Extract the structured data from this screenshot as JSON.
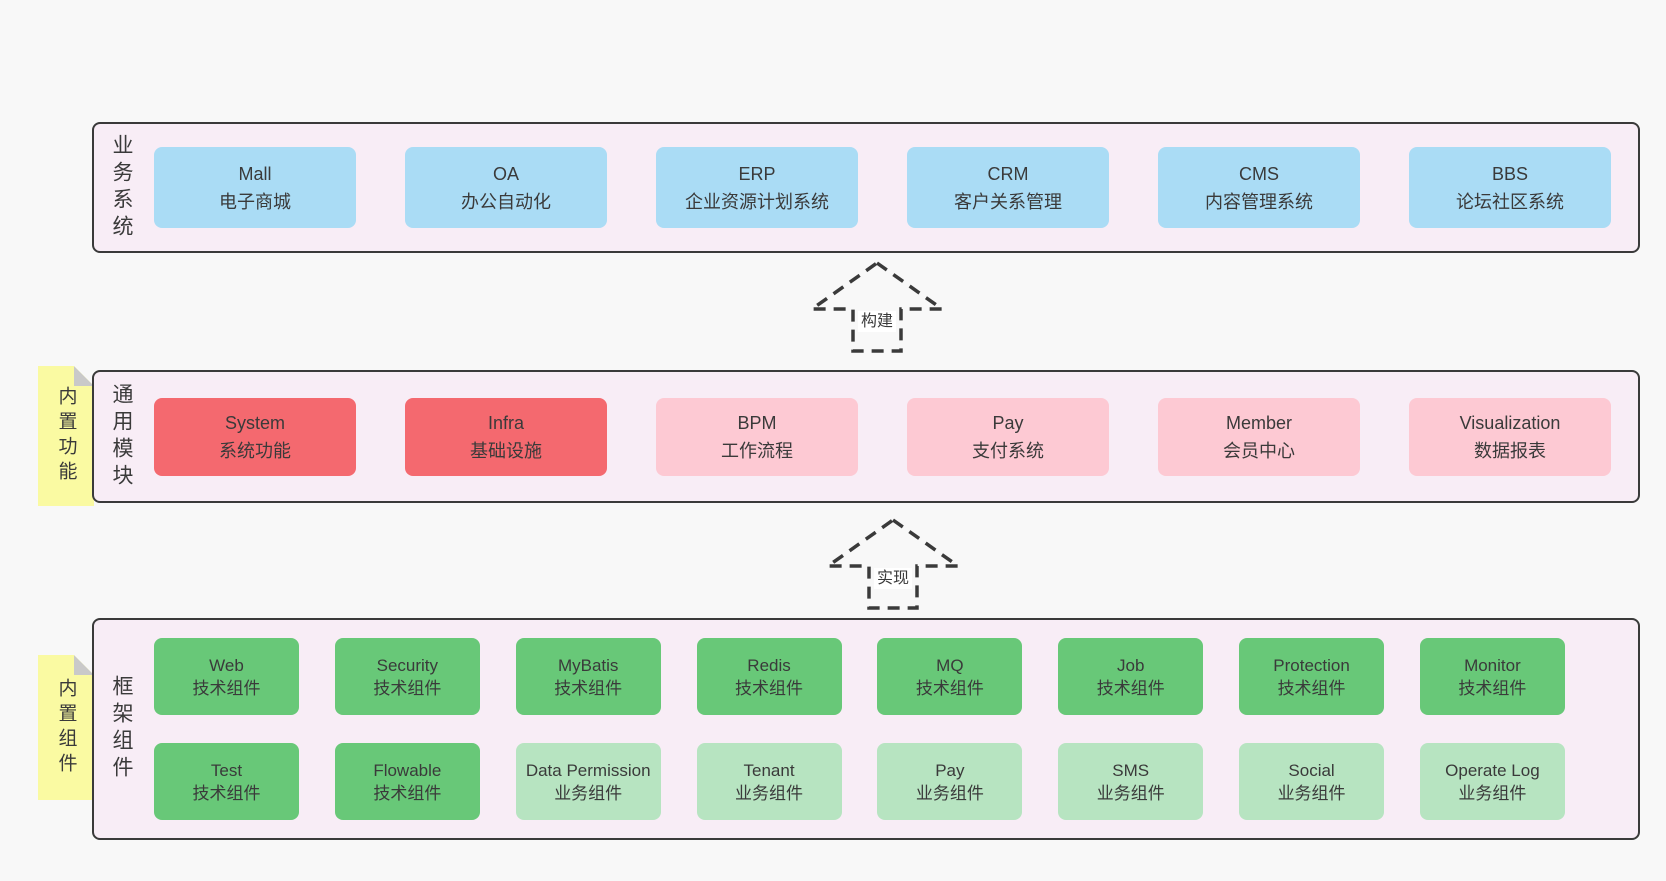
{
  "colors": {
    "page-bg": "#f8f8f8",
    "band-bg": "#f8edf6",
    "band-border": "#3a3a3a",
    "text": "#3a3a3a",
    "box-blue": "#aadcf5",
    "box-red": "#f4696f",
    "box-pink": "#fdc9d3",
    "box-green": "#68c878",
    "box-green-light": "#b7e4c1",
    "sticky-bg": "#fafaa2",
    "sticky-fold": "#c9c9c9",
    "arrow": "#3a3a3a",
    "arrow-label-bg": "#ffffff"
  },
  "arrows": [
    {
      "label": "构建"
    },
    {
      "label": "实现"
    }
  ],
  "bands": [
    {
      "label": "业务系统",
      "boxes": [
        {
          "title": "Mall",
          "subtitle": "电子商城",
          "variant": "blue"
        },
        {
          "title": "OA",
          "subtitle": "办公自动化",
          "variant": "blue"
        },
        {
          "title": "ERP",
          "subtitle": "企业资源计划系统",
          "variant": "blue"
        },
        {
          "title": "CRM",
          "subtitle": "客户关系管理",
          "variant": "blue"
        },
        {
          "title": "CMS",
          "subtitle": "内容管理系统",
          "variant": "blue"
        },
        {
          "title": "BBS",
          "subtitle": "论坛社区系统",
          "variant": "blue"
        }
      ]
    },
    {
      "label": "通用模块",
      "sticky": "内置功能",
      "boxes": [
        {
          "title": "System",
          "subtitle": "系统功能",
          "variant": "red"
        },
        {
          "title": "Infra",
          "subtitle": "基础设施",
          "variant": "red"
        },
        {
          "title": "BPM",
          "subtitle": "工作流程",
          "variant": "pink"
        },
        {
          "title": "Pay",
          "subtitle": "支付系统",
          "variant": "pink"
        },
        {
          "title": "Member",
          "subtitle": "会员中心",
          "variant": "pink"
        },
        {
          "title": "Visualization",
          "subtitle": "数据报表",
          "variant": "pink"
        }
      ]
    },
    {
      "label": "框架组件",
      "sticky": "内置组件",
      "rows": [
        [
          {
            "title": "Web",
            "subtitle": "技术组件",
            "variant": "green"
          },
          {
            "title": "Security",
            "subtitle": "技术组件",
            "variant": "green"
          },
          {
            "title": "MyBatis",
            "subtitle": "技术组件",
            "variant": "green"
          },
          {
            "title": "Redis",
            "subtitle": "技术组件",
            "variant": "green"
          },
          {
            "title": "MQ",
            "subtitle": "技术组件",
            "variant": "green"
          },
          {
            "title": "Job",
            "subtitle": "技术组件",
            "variant": "green"
          },
          {
            "title": "Protection",
            "subtitle": "技术组件",
            "variant": "green"
          },
          {
            "title": "Monitor",
            "subtitle": "技术组件",
            "variant": "green"
          }
        ],
        [
          {
            "title": "Test",
            "subtitle": "技术组件",
            "variant": "green"
          },
          {
            "title": "Flowable",
            "subtitle": "技术组件",
            "variant": "green"
          },
          {
            "title": "Data Permission",
            "subtitle": "业务组件",
            "variant": "green-light"
          },
          {
            "title": "Tenant",
            "subtitle": "业务组件",
            "variant": "green-light"
          },
          {
            "title": "Pay",
            "subtitle": "业务组件",
            "variant": "green-light"
          },
          {
            "title": "SMS",
            "subtitle": "业务组件",
            "variant": "green-light"
          },
          {
            "title": "Social",
            "subtitle": "业务组件",
            "variant": "green-light"
          },
          {
            "title": "Operate Log",
            "subtitle": "业务组件",
            "variant": "green-light"
          }
        ]
      ]
    }
  ]
}
